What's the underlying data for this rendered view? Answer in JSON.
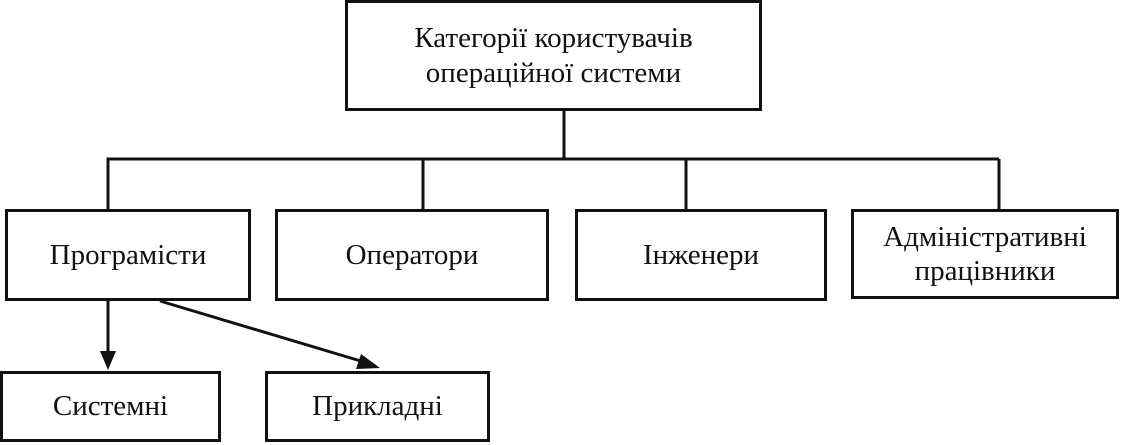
{
  "diagram": {
    "root": {
      "line1": "Категорії користувачів",
      "line2": "операційної системи"
    },
    "categories": {
      "programmers": "Програмісти",
      "operators": "Оператори",
      "engineers": "Інженери",
      "administrative": {
        "line1": "Адміністративні",
        "line2": "працівники"
      }
    },
    "programmer_types": {
      "system": "Системні",
      "applied": "Прикладні"
    }
  }
}
